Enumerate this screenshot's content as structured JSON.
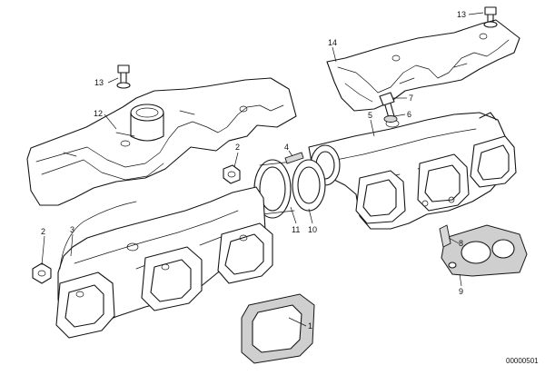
{
  "diagram": {
    "document_number": "00000501",
    "parts": [
      {
        "id": "p1",
        "label": "1"
      },
      {
        "id": "p2a",
        "label": "2"
      },
      {
        "id": "p2b",
        "label": "2"
      },
      {
        "id": "p3",
        "label": "3"
      },
      {
        "id": "p4",
        "label": "4"
      },
      {
        "id": "p5",
        "label": "5"
      },
      {
        "id": "p6",
        "label": "6"
      },
      {
        "id": "p7",
        "label": "7"
      },
      {
        "id": "p8",
        "label": "8"
      },
      {
        "id": "p9",
        "label": "9"
      },
      {
        "id": "p10",
        "label": "10"
      },
      {
        "id": "p11",
        "label": "11"
      },
      {
        "id": "p12",
        "label": "12"
      },
      {
        "id": "p13a",
        "label": "13"
      },
      {
        "id": "p13b",
        "label": "13"
      },
      {
        "id": "p14",
        "label": "14"
      }
    ]
  }
}
